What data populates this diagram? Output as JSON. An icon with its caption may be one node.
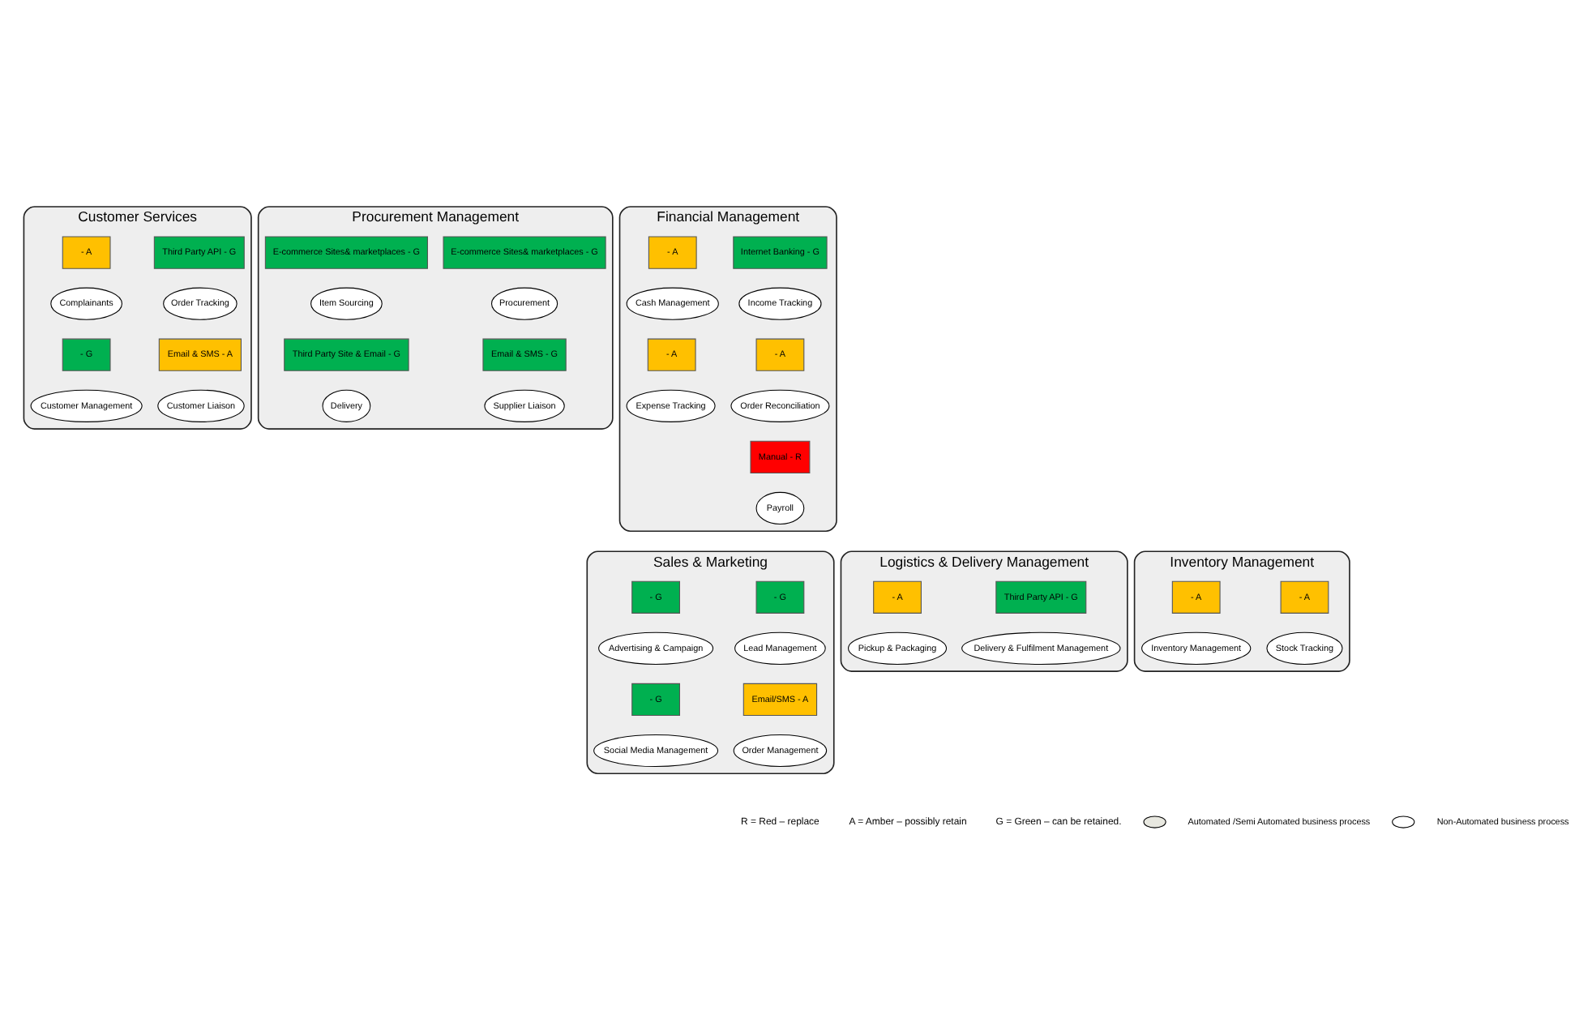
{
  "diagram": {
    "nodes": [
      {
        "text": [
          "Customer Services"
        ]
      },
      {
        "text": [
          "Third Party API - G"
        ],
        "in": 0
      },
      {
        "text": [
          "Order Tracking"
        ],
        "in": 0
      },
      {
        "text": [
          "- A"
        ],
        "in": 0
      },
      {
        "text": [
          "Complainants"
        ],
        "in": 0
      },
      {
        "text": [
          "Email & SMS - A"
        ],
        "in": 0
      },
      {
        "text": [
          "Customer Liaison"
        ],
        "in": 0
      },
      {
        "text": [
          "- G"
        ],
        "in": 0
      },
      {
        "text": [
          "Customer Management"
        ],
        "in": 0
      },
      {
        "text": [
          "Procurement Management"
        ]
      },
      {
        "text": [
          "E-commerce Sites& marketplaces - G"
        ],
        "in": 9
      },
      {
        "text": [
          "Procurement"
        ],
        "in": 9
      },
      {
        "text": [
          "E-commerce Sites& marketplaces - G"
        ],
        "in": 9
      },
      {
        "text": [
          "Item Sourcing"
        ],
        "in": 9
      },
      {
        "text": [
          "Email & SMS - G"
        ],
        "in": 9
      },
      {
        "text": [
          "Supplier Liaison"
        ],
        "in": 9
      },
      {
        "text": [
          "Third Party Site & Email - G"
        ],
        "in": 9
      },
      {
        "text": [
          "Delivery"
        ],
        "in": 9
      },
      {
        "text": [
          "Financial Management"
        ]
      },
      {
        "text": [
          "Internet Banking - G"
        ],
        "in": 18
      },
      {
        "text": [
          "Income Tracking"
        ],
        "in": 18
      },
      {
        "text": [
          "- A"
        ],
        "in": 18
      },
      {
        "text": [
          "Cash Management"
        ],
        "in": 18
      },
      {
        "text": [
          "- A"
        ],
        "in": 18
      },
      {
        "text": [
          "Order Reconciliation"
        ],
        "in": 18
      },
      {
        "text": [
          "- A"
        ],
        "in": 18
      },
      {
        "text": [
          "Expense Tracking"
        ],
        "in": 18
      },
      {
        "text": [
          "Payroll"
        ],
        "in": 18
      },
      {
        "text": [
          "Manual - R"
        ],
        "in": 18
      },
      {
        "text": [
          "Sales & Marketing"
        ]
      },
      {
        "text": [
          "- G"
        ],
        "in": 29
      },
      {
        "text": [
          "Lead Management"
        ],
        "in": 29
      },
      {
        "text": [
          "- G"
        ],
        "in": 29
      },
      {
        "text": [
          "Advertising & Campaign"
        ],
        "in": 29
      },
      {
        "text": [
          "Email/SMS - A"
        ],
        "in": 29
      },
      {
        "text": [
          "Order Management"
        ],
        "in": 29
      },
      {
        "text": [
          "- G"
        ],
        "in": 29
      },
      {
        "text": [
          "Social Media Management"
        ],
        "in": 29
      },
      {
        "text": [
          "Logistics & Delivery Management"
        ]
      },
      {
        "text": [
          "Third Party API - G"
        ],
        "in": 38
      },
      {
        "text": [
          "Delivery & Fulfilment Management"
        ],
        "in": 38
      },
      {
        "text": [
          "- A"
        ],
        "in": 38
      },
      {
        "text": [
          "Pickup & Packaging"
        ],
        "in": 38
      },
      {
        "text": [
          "Inventory Management"
        ]
      },
      {
        "text": [
          "- A"
        ],
        "in": 43
      },
      {
        "text": [
          "Stock Tracking"
        ],
        "in": 43
      },
      {
        "text": [
          "- A"
        ],
        "in": 43
      },
      {
        "text": [
          "Inventory Management"
        ],
        "in": 43
      }
    ],
    "edges": [],
    "labels": [
      "R = Red – replace",
      "A = Amber – possibly retain",
      "G = Green – can be retained."
    ],
    "legend": [
      {
        "text": "Automated /Semi Automated business process"
      },
      {
        "text": "Non-Automated business process"
      }
    ]
  }
}
